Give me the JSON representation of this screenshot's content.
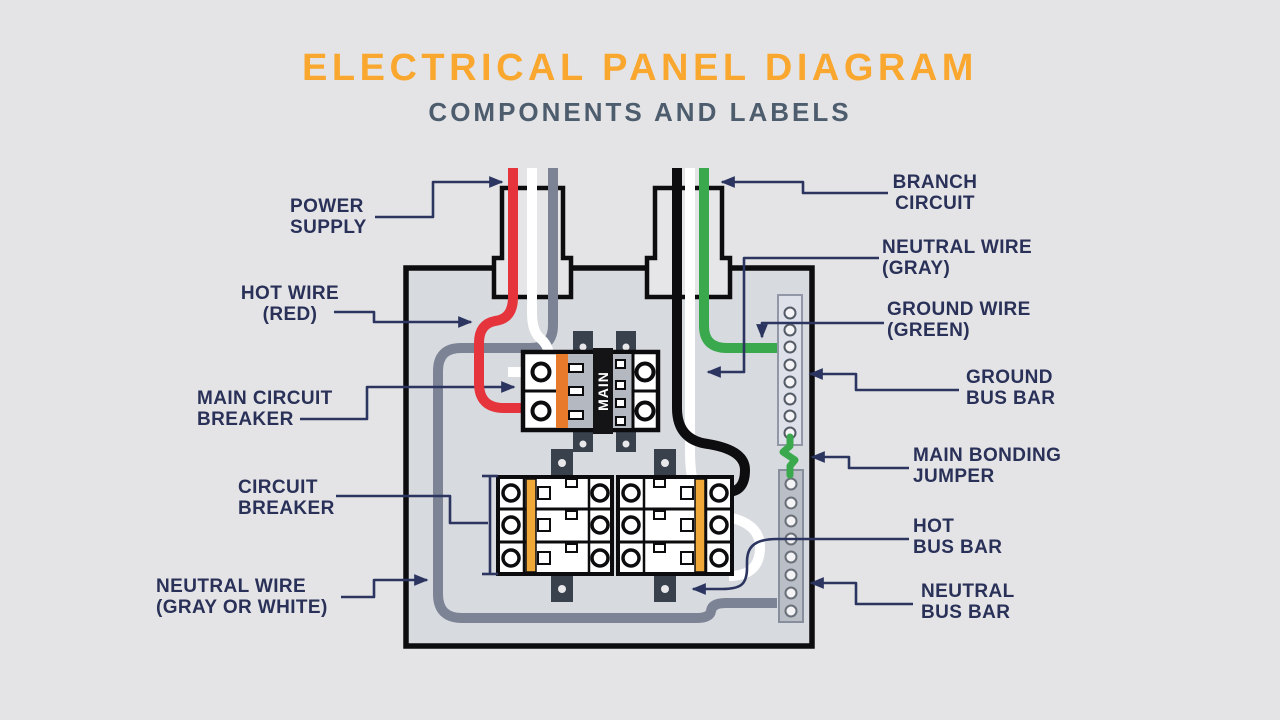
{
  "header": {
    "title": "ELECTRICAL PANEL DIAGRAM",
    "subtitle": "COMPONENTS AND LABELS"
  },
  "labels": {
    "power_supply": "POWER\nSUPPLY",
    "hot_wire": "HOT WIRE\n(RED)",
    "main_circuit_breaker": "MAIN CIRCUIT\nBREAKER",
    "circuit_breaker": "CIRCUIT\nBREAKER",
    "neutral_wire_left": "NEUTRAL WIRE\n(GRAY OR WHITE)",
    "branch_circuit": "BRANCH\nCIRCUIT",
    "neutral_wire_right": "NEUTRAL WIRE\n(GRAY)",
    "ground_wire": "GROUND WIRE\n(GREEN)",
    "ground_bus_bar": "GROUND\nBUS BAR",
    "main_bonding_jumper": "MAIN BONDING\nJUMPER",
    "hot_bus_bar": "HOT\nBUS BAR",
    "neutral_bus_bar": "NEUTRAL\nBUS BAR"
  },
  "diagram": {
    "main_breaker_label": "MAIN"
  },
  "colors": {
    "title_orange": "#F9A72E",
    "subtitle_slate": "#4D5D6E",
    "label_navy": "#2A3158",
    "leader_navy": "#2B3560",
    "hot_red": "#E5343C",
    "ground_green": "#3AA94E",
    "neutral_gray": "#7B8394",
    "wire_black": "#0D0D0F",
    "wire_white": "#FFFFFF",
    "breaker_orange": "#E87A2C",
    "breaker_yellow": "#F0A838",
    "panel_fill": "#D7DADE",
    "ground_bus_fill": "#DEE0EA",
    "neutral_bus_fill": "#B9BEC7",
    "tab_slate": "#39414D",
    "background": "#E4E4E6"
  }
}
